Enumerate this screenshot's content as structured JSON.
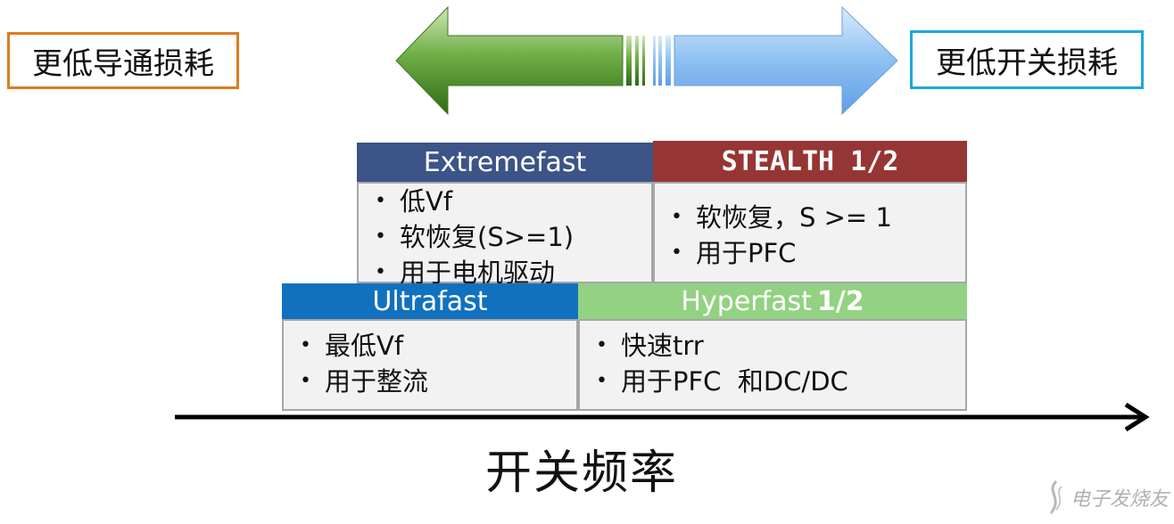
{
  "labels": {
    "left": "更低导通损耗",
    "right": "更低开关损耗"
  },
  "cards": {
    "extremefast": {
      "title": "Extremefast",
      "items": [
        "低Vf",
        "软恢复(S>=1)",
        "用于电机驱动"
      ]
    },
    "stealth": {
      "title": "STEALTH 1/2",
      "items": [
        "软恢复，S >= 1",
        "用于PFC"
      ]
    },
    "ultrafast": {
      "title": "Ultrafast",
      "items": [
        "最低Vf",
        "用于整流"
      ]
    },
    "hyperfast": {
      "title": "Hyperfast",
      "title_suffix": "1/2",
      "items": [
        "快速trr",
        "用于PFC  和DC/DC"
      ]
    }
  },
  "axis": {
    "title": "开关频率"
  },
  "colors": {
    "left_border": "#e07b1f",
    "right_border": "#1aa8e0",
    "extremefast": "#3c5487",
    "stealth": "#963634",
    "ultrafast": "#1171bf",
    "hyperfast": "#92d282",
    "green_arrow": "#4e8a2e",
    "blue_arrow": "#7fb6ee"
  },
  "watermark": {
    "icon": "watermark-logo-icon",
    "text": "电子发烧友"
  }
}
